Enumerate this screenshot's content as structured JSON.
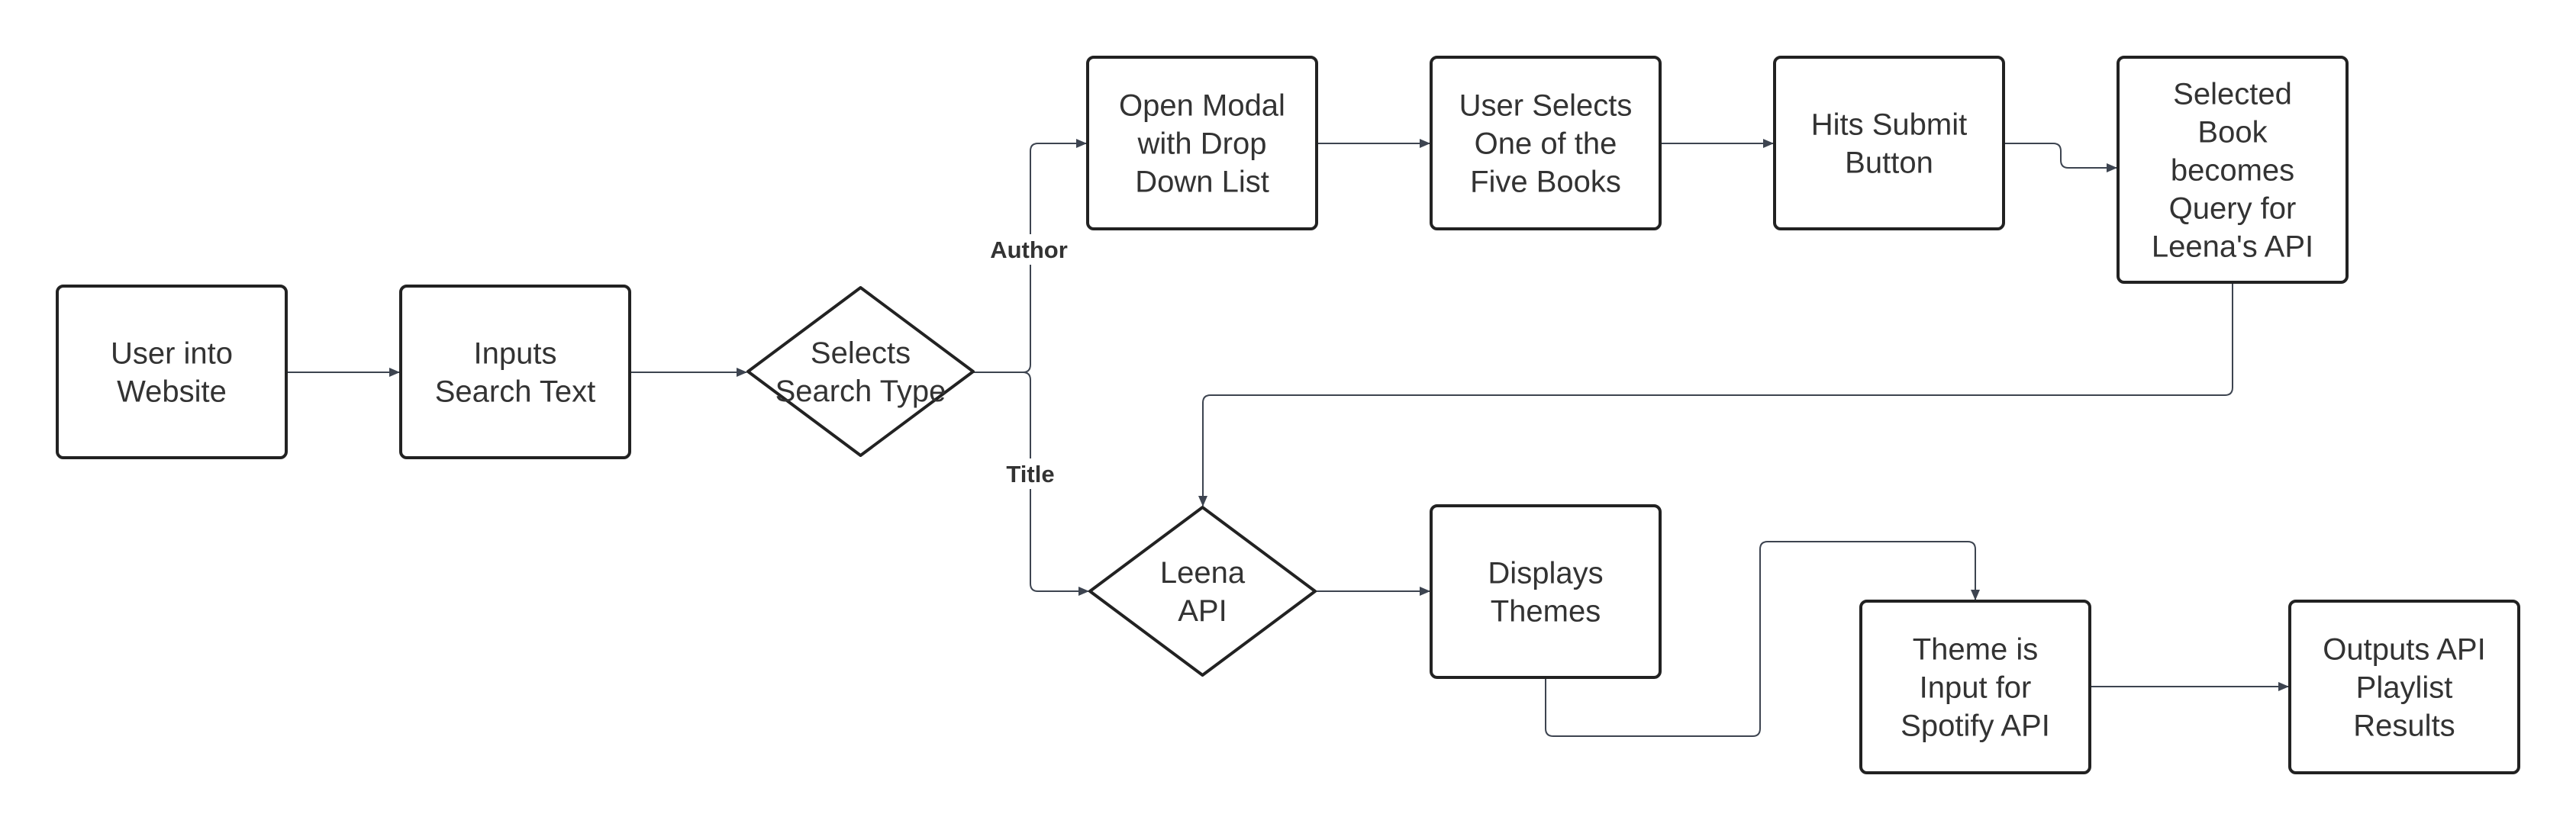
{
  "nodes": [
    {
      "id": "user-into-website",
      "shape": "rect",
      "lines": [
        "User into",
        "Website"
      ]
    },
    {
      "id": "inputs-search-text",
      "shape": "rect",
      "lines": [
        "Inputs",
        "Search Text"
      ]
    },
    {
      "id": "selects-search-type",
      "shape": "diamond",
      "lines": [
        "Selects",
        "Search Type"
      ]
    },
    {
      "id": "open-modal",
      "shape": "rect",
      "lines": [
        "Open Modal",
        "with Drop",
        "Down List"
      ]
    },
    {
      "id": "user-selects-book",
      "shape": "rect",
      "lines": [
        "User Selects",
        "One of the",
        "Five Books"
      ]
    },
    {
      "id": "hits-submit",
      "shape": "rect",
      "lines": [
        "Hits Submit",
        "Button"
      ]
    },
    {
      "id": "selected-book-query",
      "shape": "rect",
      "lines": [
        "Selected",
        "Book",
        "becomes",
        "Query for",
        "Leena's API"
      ]
    },
    {
      "id": "leena-api",
      "shape": "diamond",
      "lines": [
        "Leena",
        "API"
      ]
    },
    {
      "id": "displays-themes",
      "shape": "rect",
      "lines": [
        "Displays",
        "Themes"
      ]
    },
    {
      "id": "theme-input-spotify",
      "shape": "rect",
      "lines": [
        "Theme is",
        "Input for",
        "Spotify API"
      ]
    },
    {
      "id": "outputs-playlist",
      "shape": "rect",
      "lines": [
        "Outputs API",
        "Playlist",
        "Results"
      ]
    }
  ],
  "edges": [
    {
      "id": "e1",
      "from": "user-into-website",
      "to": "inputs-search-text",
      "label": ""
    },
    {
      "id": "e2",
      "from": "inputs-search-text",
      "to": "selects-search-type",
      "label": ""
    },
    {
      "id": "e3",
      "from": "selects-search-type",
      "to": "open-modal",
      "label": "Author"
    },
    {
      "id": "e4",
      "from": "selects-search-type",
      "to": "leena-api",
      "label": "Title"
    },
    {
      "id": "e5",
      "from": "open-modal",
      "to": "user-selects-book",
      "label": ""
    },
    {
      "id": "e6",
      "from": "user-selects-book",
      "to": "hits-submit",
      "label": ""
    },
    {
      "id": "e7",
      "from": "hits-submit",
      "to": "selected-book-query",
      "label": ""
    },
    {
      "id": "e8",
      "from": "selected-book-query",
      "to": "leena-api",
      "label": ""
    },
    {
      "id": "e9",
      "from": "leena-api",
      "to": "displays-themes",
      "label": ""
    },
    {
      "id": "e10",
      "from": "displays-themes",
      "to": "theme-input-spotify",
      "label": ""
    },
    {
      "id": "e11",
      "from": "theme-input-spotify",
      "to": "outputs-playlist",
      "label": ""
    }
  ],
  "colors": {
    "node_stroke": "#222222",
    "edge_stroke": "#3d4450",
    "text": "#333333",
    "background": "#ffffff"
  }
}
